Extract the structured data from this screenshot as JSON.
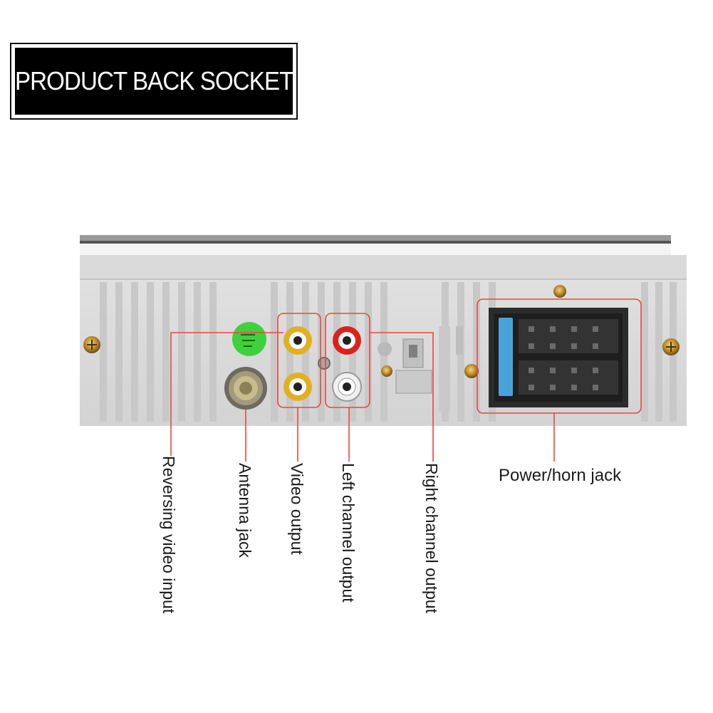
{
  "title": "PRODUCT BACK SOCKET",
  "callouts": {
    "reversing_video_input": "Reversing video input",
    "antenna_jack": "Antenna jack",
    "video_output": "Video output",
    "left_channel_output": "Left channel output",
    "right_channel_output": "Right channel output",
    "power_horn_jack": "Power/horn jack"
  },
  "colors": {
    "callout_line": "#e8483c",
    "rca_yellow": "#e0b020",
    "rca_red": "#d9221e",
    "rca_white": "#f0f0f0",
    "label_green": "#3ed13c"
  }
}
